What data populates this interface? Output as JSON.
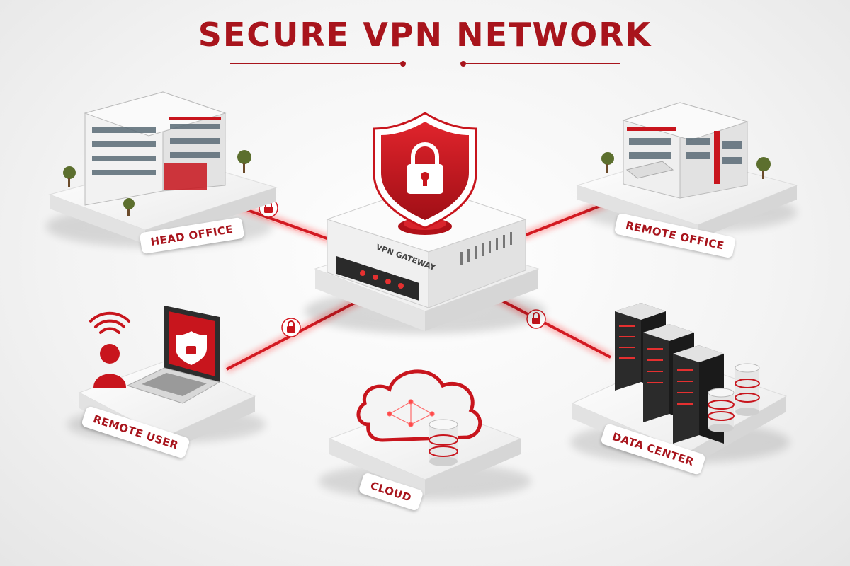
{
  "title": "SECURE VPN NETWORK",
  "gateway": {
    "label": "VPN GATEWAY"
  },
  "nodes": {
    "head_office": {
      "label": "HEAD OFFICE"
    },
    "remote_office": {
      "label": "REMOTE OFFICE"
    },
    "remote_user": {
      "label": "REMOTE USER"
    },
    "cloud": {
      "label": "CLOUD"
    },
    "data_center": {
      "label": "DATA CENTER"
    }
  },
  "icons": {
    "tunnel_lock": "padlock-icon",
    "gateway_shield": "shield-lock-icon",
    "wifi": "wifi-icon"
  },
  "colors": {
    "accent": "#c8151d",
    "accent_dark": "#a8141c",
    "platform": "#f4f4f4",
    "server": "#2b2b2b"
  }
}
